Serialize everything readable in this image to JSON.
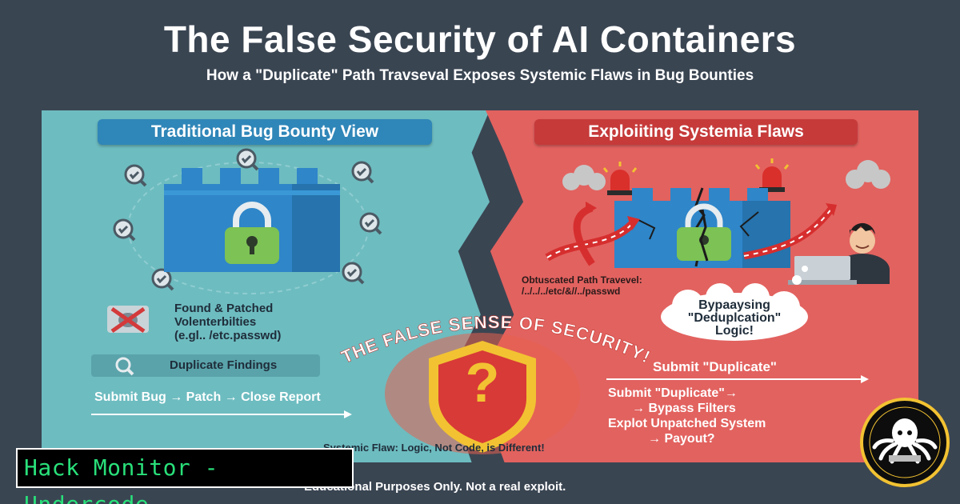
{
  "header": {
    "title": "The False Security of AI Containers",
    "subtitle": "How a \"Duplicate\" Path Travseval Exposes Systemic Flaws in Bug Bounties"
  },
  "left_panel": {
    "heading": "Traditional Bug Bounty View",
    "found_lines": [
      "Found & Patched",
      "Volenterbilties",
      "(e.gl.. /etc.passwd)"
    ],
    "duplicate_label": "Duplicate Findings",
    "flow": "Submit Bug → Patch → Close Report"
  },
  "right_panel": {
    "heading": "Exploiiting Systemia Flaws",
    "obfuscated_lines": [
      "Obtuscated Path Travevel:",
      "/../../../etc/&//../passwd"
    ],
    "bypass_lines": [
      "Bypaaysing",
      "\"Deduplcation\"",
      "Logic!"
    ],
    "submit_duplicate": "Submit \"Duplicate\"",
    "steps": [
      "Submit \"Duplicate\"→",
      "→ Bypass Filters",
      "Explot Unpatched System",
      "→ Payout?"
    ]
  },
  "center": {
    "banner": "THE FALSE SENSE OF SECURITY!",
    "question_mark": "?",
    "systemic_note": "Systemic Flaw: Logic, Not Code, is Different!"
  },
  "footer": {
    "disclaimer": "Educational Purposes Only. Not a real exploit.",
    "brand": "Hack Monitor - Undercode"
  },
  "icons": [
    "check-icon",
    "lock-icon",
    "castle-icon",
    "shield-icon",
    "siren-icon",
    "smoke-icon",
    "hacker-icon",
    "laptop-icon",
    "magnifier-icon",
    "bug-icon",
    "octopus-logo"
  ],
  "colors": {
    "background": "#3a4552",
    "left_panel": "#6dbcc0",
    "right_panel": "#e2625f",
    "castle": "#2f86c9",
    "lock": "#7cc255",
    "shield_red": "#d83a37",
    "shield_gold": "#f2c232",
    "brand_green": "#29e07a"
  }
}
